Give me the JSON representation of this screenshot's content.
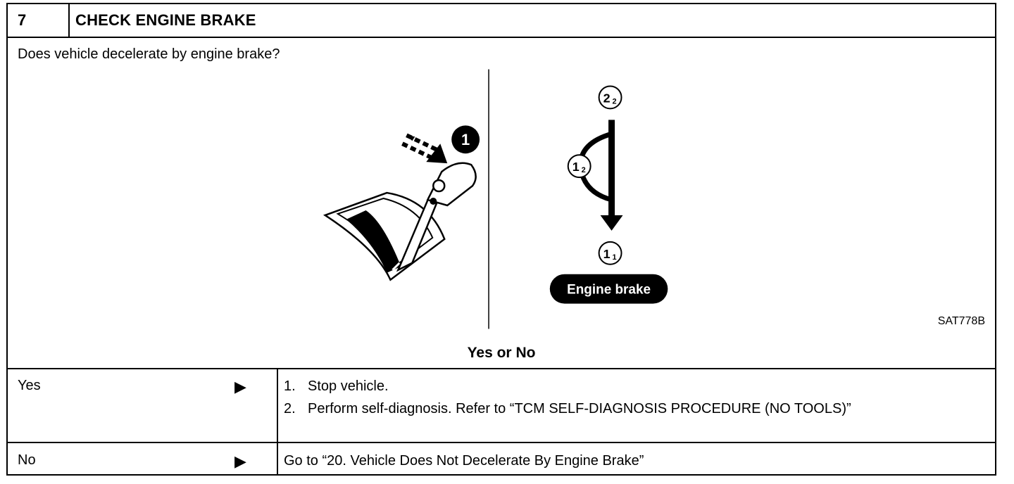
{
  "step": {
    "number": "7",
    "title": "CHECK ENGINE BRAKE"
  },
  "question": "Does vehicle decelerate by engine brake?",
  "figure": {
    "code": "SAT778B",
    "badge_1": "1",
    "pos_top": "2",
    "pos_top_sub": "2",
    "pos_mid": "1",
    "pos_mid_sub": "2",
    "pos_bottom": "1",
    "pos_bottom_sub": "1",
    "lever_mark": "1",
    "label": "Engine brake"
  },
  "prompt": "Yes or No",
  "answers": [
    {
      "label": "Yes",
      "arrow": "▶",
      "items": [
        {
          "num": "1.",
          "text": "Stop vehicle."
        },
        {
          "num": "2.",
          "text": "Perform self-diagnosis. Refer to “TCM SELF-DIAGNOSIS PROCEDURE (NO TOOLS)”"
        }
      ]
    },
    {
      "label": "No",
      "arrow": "▶",
      "text": "Go to “20. Vehicle Does Not Decelerate By Engine Brake”"
    }
  ]
}
